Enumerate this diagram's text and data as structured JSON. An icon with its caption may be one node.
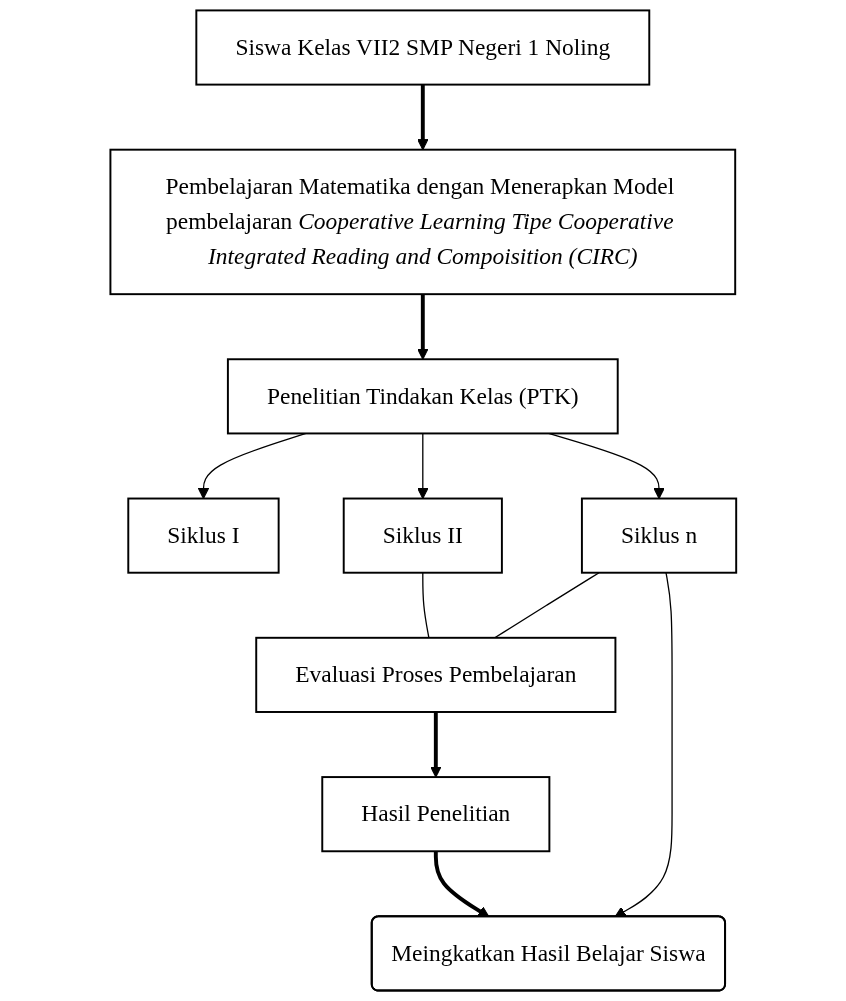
{
  "diagram": {
    "nodes": [
      {
        "text": [
          "Siswa Kelas VII2 SMP Negeri 1 Noling"
        ]
      },
      {
        "text": [
          "Pembelajaran Matematika dengan Menerapkan Model pembelajaran *Cooperative Learning Tipe Cooperative Integrated Reading and Compoisition (CIRC)*"
        ]
      },
      {
        "text": [
          "Penelitian Tindakan Kelas (PTK)"
        ]
      },
      {
        "text": [
          "Siklus I"
        ]
      },
      {
        "text": [
          "Siklus II"
        ]
      },
      {
        "text": [
          "Siklus n"
        ]
      },
      {
        "text": [
          "Evaluasi Proses Pembelajaran"
        ]
      },
      {
        "text": [
          "Hasil Penelitian"
        ]
      },
      {
        "text": [
          "Meingkatkan Hasil Belajar Siswa"
        ]
      }
    ],
    "edges": [
      {
        "from": 0,
        "to": 1,
        "arrow": "to",
        "style": "thick"
      },
      {
        "from": 1,
        "to": 2,
        "arrow": "to",
        "style": "thick"
      },
      {
        "from": 2,
        "to": 3,
        "arrow": "to"
      },
      {
        "from": 2,
        "to": 4,
        "arrow": "to"
      },
      {
        "from": 2,
        "to": 5,
        "arrow": "to"
      },
      {
        "from": 4,
        "to": 6,
        "arrow": "none"
      },
      {
        "from": 5,
        "to": 6,
        "arrow": "none"
      },
      {
        "from": 5,
        "to": 8,
        "arrow": "to"
      },
      {
        "from": 6,
        "to": 7,
        "arrow": "to",
        "style": "thick"
      },
      {
        "from": 7,
        "to": 8,
        "arrow": "to",
        "style": "thick"
      }
    ]
  }
}
